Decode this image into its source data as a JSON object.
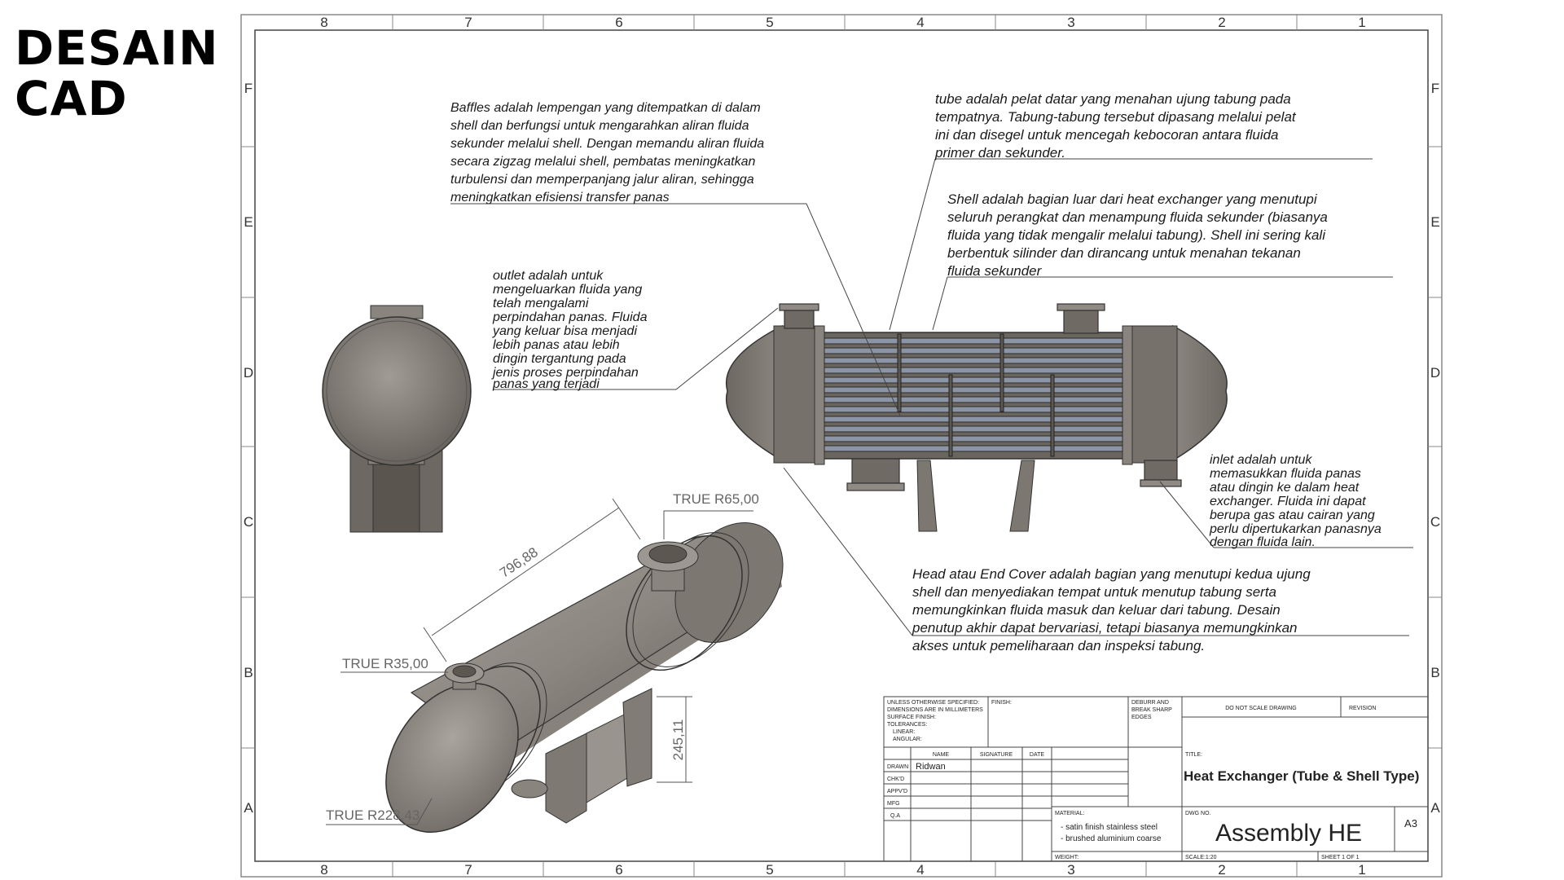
{
  "heading": {
    "line1": "DESAIN",
    "line2": "CAD"
  },
  "zones": {
    "columns": [
      "8",
      "7",
      "6",
      "5",
      "4",
      "3",
      "2",
      "1"
    ],
    "rows": [
      "F",
      "E",
      "D",
      "C",
      "B",
      "A"
    ]
  },
  "notes": {
    "baffles": [
      "Baffles adalah lempengan yang ditempatkan di dalam",
      "shell dan berfungsi untuk mengarahkan aliran fluida",
      "sekunder melalui shell. Dengan memandu aliran fluida",
      "secara zigzag melalui shell, pembatas meningkatkan",
      "turbulensi dan memperpanjang jalur aliran, sehingga",
      "meningkatkan efisiensi transfer panas"
    ],
    "tube": [
      "tube adalah pelat datar yang menahan ujung tabung pada",
      "tempatnya. Tabung-tabung tersebut dipasang melalui pelat",
      "ini dan disegel untuk mencegah kebocoran antara fluida",
      "primer dan sekunder."
    ],
    "shell": [
      "Shell adalah bagian luar dari heat exchanger yang menutupi",
      "seluruh perangkat dan menampung fluida sekunder (biasanya",
      "fluida yang tidak mengalir melalui tabung). Shell ini sering kali",
      "berbentuk silinder dan dirancang untuk menahan tekanan",
      "fluida sekunder"
    ],
    "outlet": [
      "outlet adalah untuk",
      "mengeluarkan fluida yang",
      "telah mengalami",
      "perpindahan panas. Fluida",
      "yang keluar bisa menjadi",
      "lebih panas atau lebih",
      "dingin tergantung pada",
      "jenis proses perpindahan",
      "panas yang terjadi"
    ],
    "inlet": [
      "inlet adalah untuk",
      "memasukkan fluida panas",
      "atau dingin ke dalam heat",
      "exchanger. Fluida ini dapat",
      "berupa gas atau cairan yang",
      "perlu dipertukarkan panasnya",
      "dengan fluida lain."
    ],
    "head": [
      "Head atau End Cover adalah bagian yang menutupi kedua ujung",
      "shell dan menyediakan tempat untuk menutup tabung serta",
      "memungkinkan fluida masuk dan keluar dari tabung. Desain",
      "penutup akhir dapat bervariasi, tetapi biasanya memungkinkan",
      "akses untuk pemeliharaan dan inspeksi tabung."
    ]
  },
  "dimensions": {
    "length": "796,88",
    "height": "245,11",
    "r65": "TRUE R65,00",
    "r35": "TRUE R35,00",
    "r228": "TRUE R228,43"
  },
  "titleblock": {
    "unless": [
      "UNLESS OTHERWISE SPECIFIED:",
      "DIMENSIONS ARE IN MILLIMETERS",
      "SURFACE FINISH:",
      "TOLERANCES:",
      "LINEAR:",
      "ANGULAR:"
    ],
    "finish": "FINISH:",
    "deburr": [
      "DEBURR AND",
      "BREAK SHARP",
      "EDGES"
    ],
    "do_not_scale": "DO NOT SCALE DRAWING",
    "revision": "REVISION",
    "col_name": "NAME",
    "col_signature": "SIGNATURE",
    "col_date": "DATE",
    "rows": [
      "DRAWN",
      "CHK'D",
      "APPV'D",
      "MFG",
      "Q.A"
    ],
    "drawn_name": "Ridwan",
    "title_label": "TITLE:",
    "title": "Heat Exchanger (Tube & Shell Type)",
    "material_label": "MATERIAL:",
    "material": [
      "- satin finish stainless steel",
      "- brushed aluminium coarse"
    ],
    "dwg_label": "DWG NO.",
    "dwg_no": "Assembly HE",
    "size": "A3",
    "weight": "WEIGHT:",
    "scale": "SCALE:1:20",
    "sheet": "SHEET 1 OF 1"
  }
}
